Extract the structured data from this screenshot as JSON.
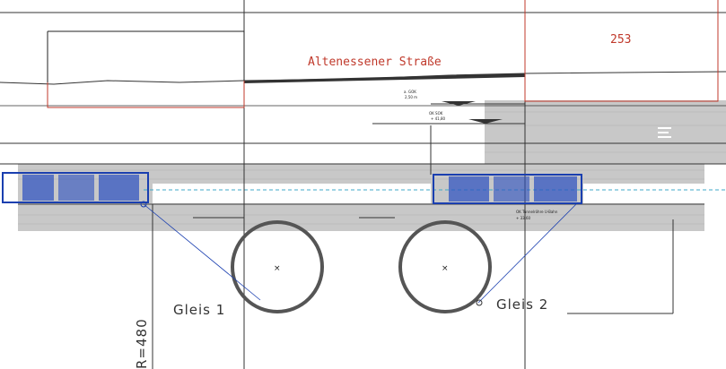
{
  "drawing": {
    "street_name": "Altenessener Straße",
    "parcel_number": "253",
    "track_labels": [
      "Gleis 1",
      "Gleis 2"
    ],
    "radius_label": "R=480",
    "annotations": {
      "ground_level": "a. GOK",
      "ground_level_value": "2,50 m",
      "track_top": "OK SOK",
      "track_top_value": "+ 41,80",
      "tunnel_top": "OK Tunnelröhre U-Bahn",
      "tunnel_top_value": "+ 33,60"
    },
    "colors": {
      "tunnel_fill": "#c8c8c8",
      "train": "#1a3fb0",
      "property_line": "#c0392b",
      "axis": "#3fa9c9"
    }
  }
}
